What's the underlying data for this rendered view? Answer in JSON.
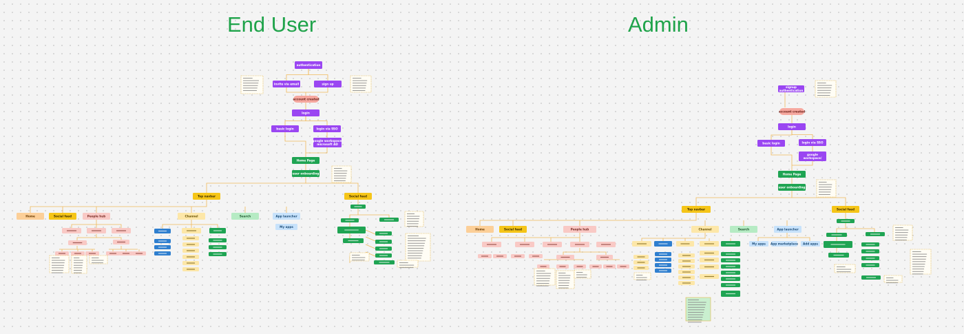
{
  "sections": {
    "end_user_title": "End User",
    "admin_title": "Admin"
  },
  "colors": {
    "title": "#1fa34a",
    "purple": "#9a46f2",
    "green": "#1fa453",
    "yellow": "#f5c518",
    "pink_light": "#f9c9c5",
    "blue": "#2f7fcf",
    "blue_light": "#c7e2fb",
    "orange_light": "#fccf98",
    "mint": "#b6ebc4",
    "cream": "#fde7a8",
    "note_border": "#e4b84a",
    "connector": "#f0b95a"
  },
  "end_user": {
    "auth": "authentication",
    "invite": "invite via email",
    "signup": "sign up",
    "account_created": "account created",
    "login": "login",
    "basic_login": "basic login",
    "login_sso": "login via SSO",
    "google_ms": "google workspace/ microsoft AD",
    "home": "Home Page",
    "onboarding": "user onboarding",
    "top_nav": "Top navbar",
    "social_feed": "Social feed",
    "tabs": [
      "Home",
      "Social feed",
      "People hub",
      "Channel",
      "Search",
      "App launcher"
    ],
    "my_apps": "My apps"
  },
  "admin": {
    "auth": "signup authentication",
    "account_created": "account created",
    "login": "login",
    "basic_login": "basic login",
    "login_sso": "login via SSO",
    "google_ms": "google workspace/ microsoft AD",
    "home": "Home Page",
    "onboarding": "user onboarding",
    "top_nav": "Top navbar",
    "social_feed": "Social feed",
    "tabs": [
      "Home",
      "Social feed",
      "People hub",
      "Channel",
      "Search",
      "App launcher"
    ],
    "app_tabs": [
      "My apps",
      "App marketplace",
      "Add apps"
    ]
  }
}
